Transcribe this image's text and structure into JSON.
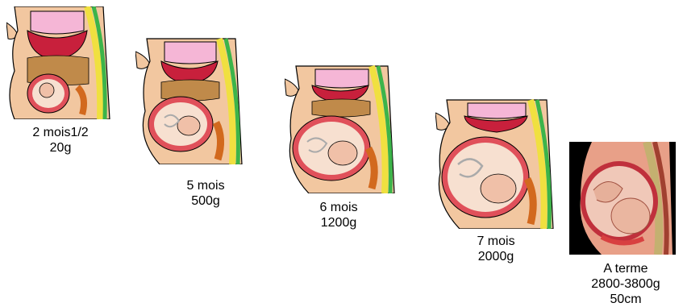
{
  "stages": [
    {
      "label": "2 mois1/2",
      "weight": "20g"
    },
    {
      "label": "5 mois",
      "weight": "500g"
    },
    {
      "label": "6 mois",
      "weight": "1200g"
    },
    {
      "label": "7 mois",
      "weight": "2000g"
    },
    {
      "label": "A terme",
      "weight": "2800-3800g",
      "length": "50cm"
    }
  ],
  "colors": {
    "skin": "#f2c7a0",
    "stomach": "#f5b6d6",
    "liver": "#c8203c",
    "intestine": "#c08a4a",
    "uterus_wall": "#e0505a",
    "amniotic": "#f7e0d0",
    "spine_green": "#3cb44a",
    "outline_yellow": "#f0e040",
    "colon_orange": "#d2691e",
    "background_final": "#000000"
  }
}
